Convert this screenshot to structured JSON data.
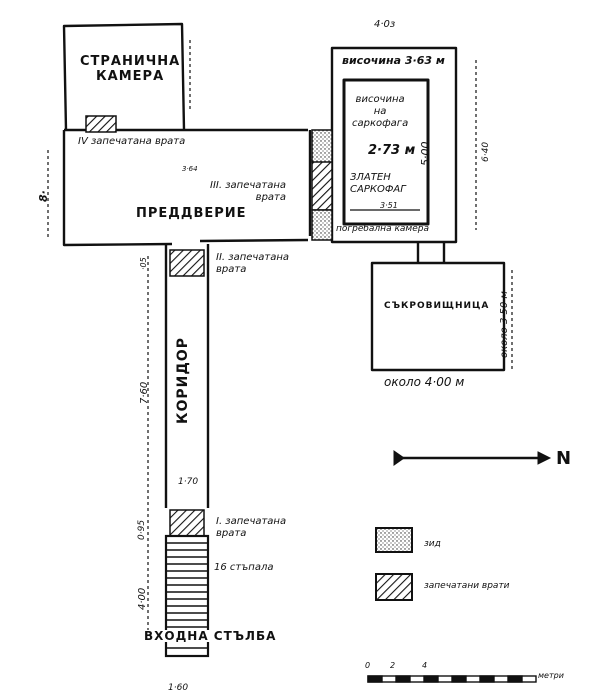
{
  "rooms": {
    "side_chamber": "СТРАНИЧНА\nКАМЕРА",
    "antechamber": "ПРЕДДВЕРИЕ",
    "treasury": "СЪКРОВИЩНИЦА",
    "corridor": "КОРИДОР",
    "entrance_stairs": "ВХОДНА СТЪЛБА",
    "burial_chamber": "погребална камера"
  },
  "sarcophagus": {
    "label": "ЗЛАТЕН\nСАРКОФАГ",
    "height_label": "височина\nна\nсаркофага",
    "height_value": "2·73 м",
    "depth": "5·00",
    "width": "3·51"
  },
  "doors": {
    "door1": "I. запечатана\nврата",
    "door2": "II. запечатана\nврата",
    "door3": "III. запечатана\nврата",
    "door4": "IV запечатана врата"
  },
  "stairs": {
    "count": "16 стъпала"
  },
  "dimensions": {
    "top_right": "4·0з",
    "chamber_height": "височина 3·63 м",
    "right_side": "6·40",
    "left_side": "8·",
    "antechamber_small": "3·64",
    "corridor_top": "·05",
    "corridor_length": "7·60",
    "corridor_width": "1·70",
    "door1_gap": "0·95",
    "stairs_length": "4·00",
    "stairs_width": "1·60",
    "treasury_height": "около 3·50 м",
    "treasury_width": "около 4·00 м"
  },
  "legend": {
    "north": "N",
    "rock_label": "зид",
    "door_label": "запечатани врати"
  },
  "scale": {
    "tick0": "0",
    "tick2": "2",
    "tick4": "4",
    "unit": "метри"
  }
}
